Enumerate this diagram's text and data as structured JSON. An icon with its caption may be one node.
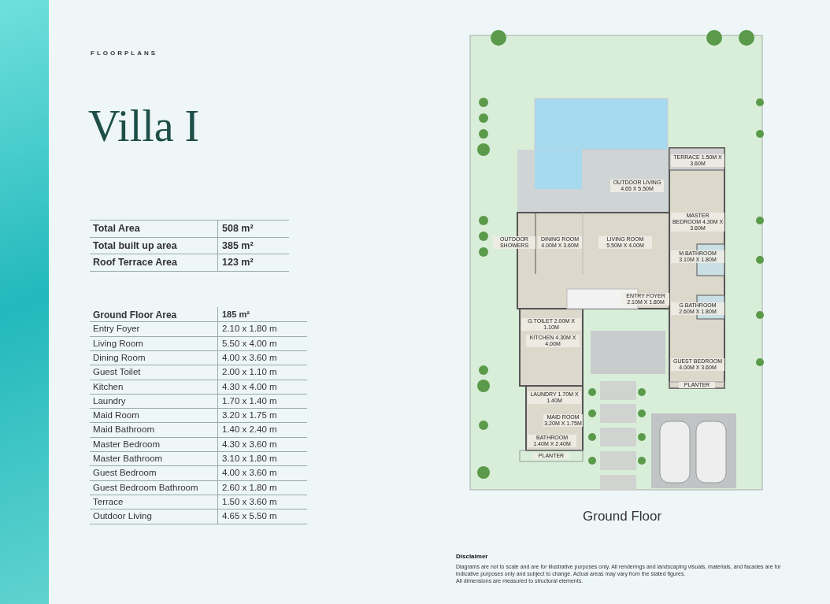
{
  "diagram": {
    "labels": [
      "FLOORPLANS",
      "Villa I",
      "Total Area",
      "508 m²",
      "Total built up area",
      "385 m²",
      "Roof Terrace Area",
      "123 m²",
      "Ground Floor Area",
      "185 m²",
      "Entry Foyer",
      "2.10 x 1.80 m",
      "Living Room",
      "5.50 x 4.00 m",
      "Dining Room",
      "4.00 x 3.60 m",
      "Guest Toilet",
      "2.00 x 1.10 m",
      "Kitchen",
      "4.30 x 4.00 m",
      "Laundry",
      "1.70 x 1.40 m",
      "Maid Room",
      "3.20 x 1.75 m",
      "Maid Bathroom",
      "1.40 x 2.40 m",
      "Master Bedroom",
      "4.30 x 3.60 m",
      "Master Bathroom",
      "3.10 x 1.80 m",
      "Guest Bedroom",
      "4.00 x 3.60 m",
      "Guest Bedroom Bathroom",
      "2.60 x 1.80 m",
      "Terrace",
      "1.50 x 3.60 m",
      "Outdoor Living",
      "4.65 x 5.50 m",
      "TERRACE 1.50M X 3.60M",
      "OUTDOOR LIVING 4.65 X 5.50M",
      "MASTER BEDROOM 4.30M X 3.60M",
      "OUTDOOR SHOWERS",
      "DINING ROOM 4.00M X 3.60M",
      "LIVING ROOM 5.50M X 4.00M",
      "M.BATHROOM 3.10M X 1.80M",
      "ENTRY FOYER 2.10M X 1.80M",
      "G.BATHROOM 2.60M X 1.80M",
      "G.TOILET 2.00M X 1.10M",
      "KITCHEN 4.30M X 4.00M",
      "GUEST BEDROOM 4.00M X 3.60M",
      "PLANTER",
      "LAUNDRY 1.70M X 1.40M",
      "MAID ROOM 3.20M X 1.75M",
      "BATHROOM 1.40M X 2.40M",
      "PLANTER",
      "Ground Floor",
      "Disclaimer",
      "Diagrams are not to scale and are for illustrative purposes only. All renderings and landscaping visuals, materials, and facades are for indicative purposes only and subject to change. Actual areas may vary from the stated figures.",
      "All dimensions are measured to structural elements."
    ]
  }
}
